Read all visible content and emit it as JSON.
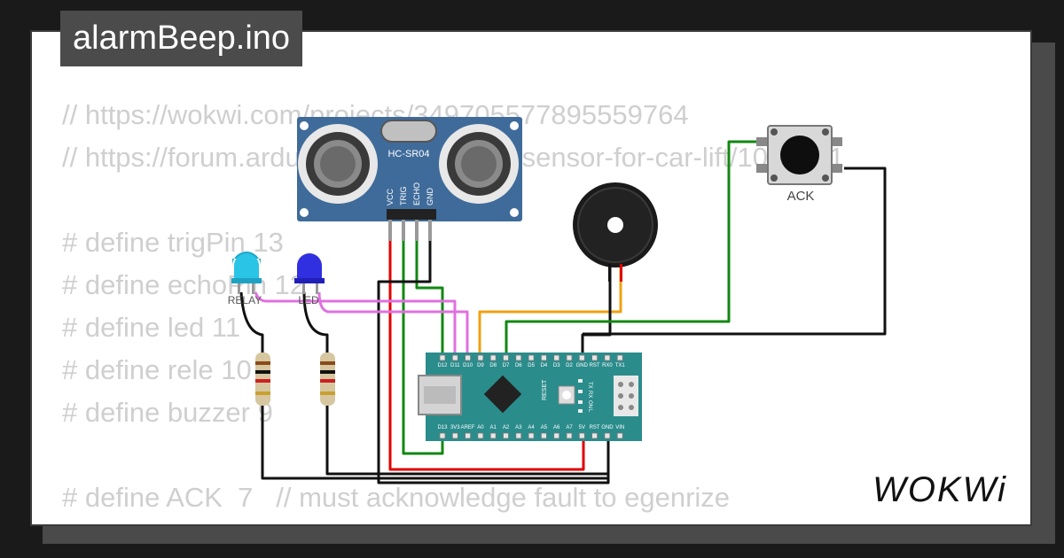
{
  "project": {
    "title": "alarmBeep.ino",
    "brand": "WOKWi"
  },
  "code_lines": [
    "// https://wokwi.com/projects/349705577895559764",
    "// https://forum.arduino.cc/t/ultrasonic-sensor-for-car-lift/1058351",
    "",
    "# define trigPin 13",
    "# define echoPin 12",
    "# define led 11",
    "# define rele 10",
    "# define buzzer 9",
    "",
    "# define ACK  7   // must acknowledge fault to egenrize"
  ],
  "components": {
    "sensor": {
      "label": "HC-SR04",
      "pins": [
        "VCC",
        "TRIG",
        "ECHO",
        "GND"
      ]
    },
    "button": {
      "label": "ACK"
    },
    "led_relay": {
      "label": "RELAY",
      "color": "#29c4e6"
    },
    "led_led": {
      "label": "LED",
      "color": "#3030e0"
    },
    "arduino": {
      "top_pins": [
        "D12",
        "D11",
        "D10",
        "D9",
        "D8",
        "D7",
        "D6",
        "D5",
        "D4",
        "D3",
        "D2",
        "GND",
        "RST",
        "RX0",
        "TX1"
      ],
      "bottom_pins": [
        "D13",
        "3V3",
        "AREF",
        "A0",
        "A1",
        "A2",
        "A3",
        "A4",
        "A5",
        "A6",
        "A7",
        "5V",
        "RST",
        "GND",
        "VIN"
      ],
      "reset_label": "RESET",
      "led_labels": [
        "TX",
        "RX",
        "ON",
        "L"
      ]
    }
  },
  "wire_colors": {
    "red": "#e00000",
    "green": "#118811",
    "black": "#111111",
    "orange": "#f0a010",
    "pink": "#e070e0"
  }
}
